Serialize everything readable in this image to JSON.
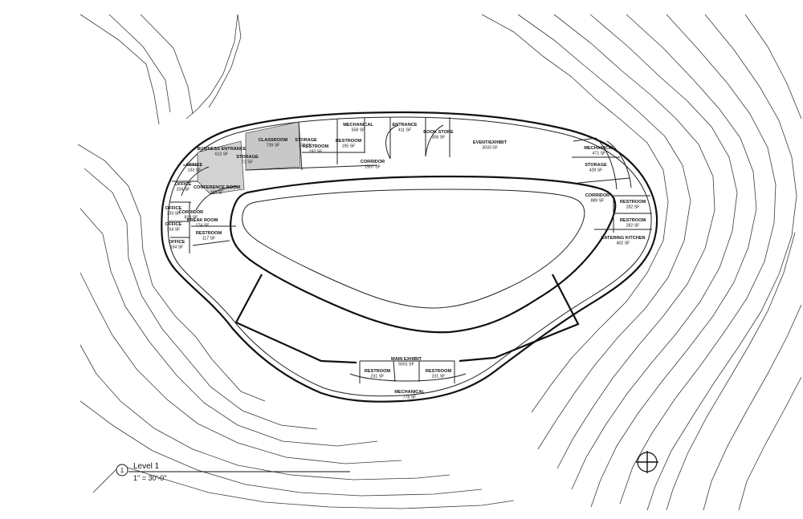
{
  "view": {
    "number": "1",
    "title": "Level 1",
    "scale": "1\" = 30'-0\""
  },
  "rooms": [
    {
      "name": "MECHANICAL",
      "area": "558 SF"
    },
    {
      "name": "ENTRANCE",
      "area": "411 SF"
    },
    {
      "name": "BOOK STORE",
      "area": "306 SF"
    },
    {
      "name": "EVENT/EXHIBIT",
      "area": "3033 SF"
    },
    {
      "name": "CLASSROOM",
      "area": "739 SF"
    },
    {
      "name": "STORAGE",
      "area": "37 SF"
    },
    {
      "name": "RESTROOM",
      "area": "192 SF"
    },
    {
      "name": "RESTROOM",
      "area": "195 SF"
    },
    {
      "name": "BUSINESS ENTRANCE",
      "area": "613 SF"
    },
    {
      "name": "STORAGE",
      "area": "72 SF"
    },
    {
      "name": "CORRIDOR",
      "area": "1507 SF"
    },
    {
      "name": "OFFICE",
      "area": "133 SF"
    },
    {
      "name": "OFFICE",
      "area": "204 SF"
    },
    {
      "name": "CONFERENCE ROOM",
      "area": "395 SF"
    },
    {
      "name": "OFFICE",
      "area": "133 SF"
    },
    {
      "name": "CORRIDOR",
      "area": "818 SF"
    },
    {
      "name": "BREAK ROOM",
      "area": "174 SF"
    },
    {
      "name": "OFFICE",
      "area": "154 SF"
    },
    {
      "name": "RESTROOM",
      "area": "117 SF"
    },
    {
      "name": "OFFICE",
      "area": "154 SF"
    },
    {
      "name": "MECHANICAL",
      "area": "471 SF"
    },
    {
      "name": "STORAGE",
      "area": "428 SF"
    },
    {
      "name": "CORRIDOR",
      "area": "889 SF"
    },
    {
      "name": "RESTROOM",
      "area": "282 SF"
    },
    {
      "name": "RESTROOM",
      "area": "282 SF"
    },
    {
      "name": "CATERING KITCHEN",
      "area": "402 SF"
    },
    {
      "name": "MAIN EXHIBIT",
      "area": "5591 SF"
    },
    {
      "name": "RESTROOM",
      "area": "231 SF"
    },
    {
      "name": "RESTROOM",
      "area": "231 SF"
    },
    {
      "name": "MECHANICAL",
      "area": "778 SF"
    }
  ],
  "colors": {
    "line": "#111111",
    "contour": "#3a3a3a",
    "hatch": "#c8c8c8"
  },
  "icons": {
    "view_marker": "circle-number-icon",
    "north_arrow": "north-arrow-icon"
  }
}
